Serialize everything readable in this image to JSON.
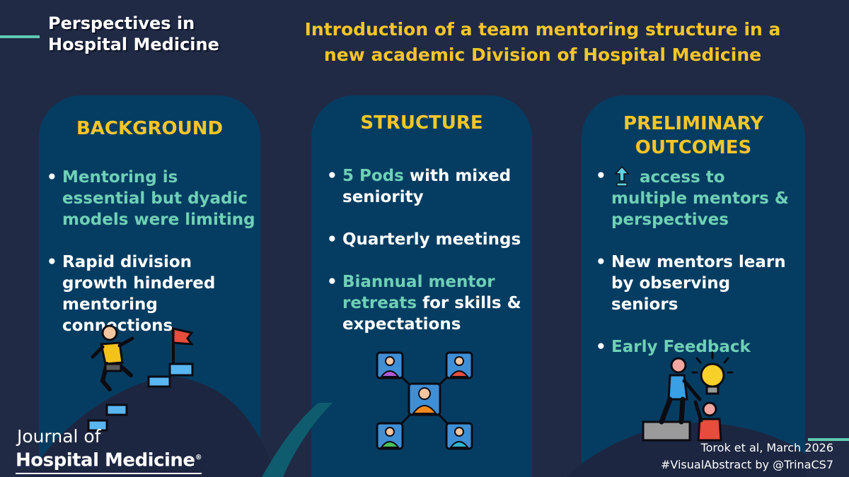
{
  "header": {
    "series_line1": "Perspectives in",
    "series_line2": "Hospital Medicine",
    "title_line1": "Introduction of a team mentoring structure in a",
    "title_line2": "new academic Division of Hospital Medicine"
  },
  "background": {
    "heading": "BACKGROUND",
    "bullet1": "Mentoring is essential but dyadic models were limiting",
    "bullet2": "Rapid division growth hindered mentoring connections"
  },
  "structure": {
    "heading": "STRUCTURE",
    "bullet1_highlight": "5 Pods",
    "bullet1_rest": " with mixed seniority",
    "bullet2": "Quarterly meetings",
    "bullet3_highlight": "Biannual mentor retreats",
    "bullet3_rest": " for skills & expectations"
  },
  "outcomes": {
    "heading_line1": "PRELIMINARY",
    "heading_line2": "OUTCOMES",
    "bullet1": "access to multiple mentors & perspectives",
    "bullet2": "New mentors learn by observing seniors",
    "bullet3": "Early Feedback"
  },
  "footer": {
    "journal_line1": "Journal of",
    "journal_line2": "Hospital Medicine",
    "registered_mark": "®",
    "citation": "Torok et al, March 2026",
    "credit": "#VisualAbstract by @TrinaCS7"
  },
  "icons": {
    "climber": "climber-icon",
    "network": "team-network-icon",
    "mentor": "mentor-lightbulb-icon",
    "up_arrow": "up-arrow-icon"
  },
  "colors": {
    "background": "#202a45",
    "panel": "#053d62",
    "accent_yellow": "#f5c52a",
    "accent_teal": "#6fd0b6"
  }
}
